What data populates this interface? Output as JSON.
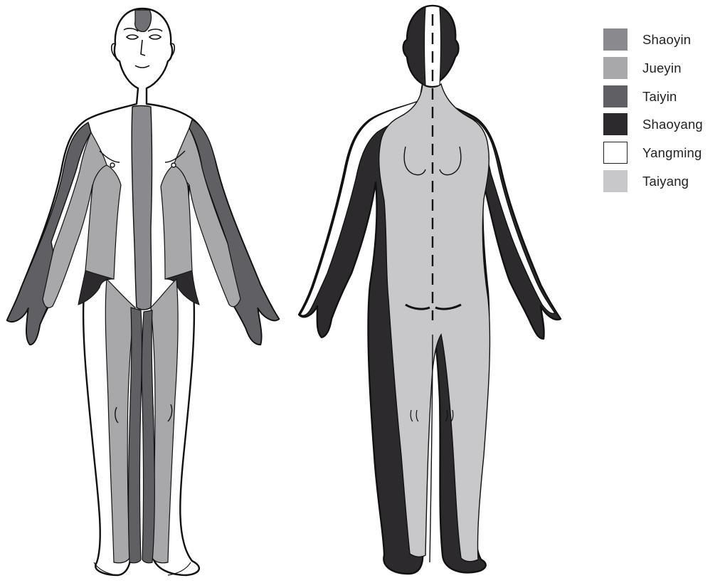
{
  "legend": {
    "items": [
      {
        "label": "Shaoyin",
        "color": "#8a8a8e",
        "outlined": false
      },
      {
        "label": "Jueyin",
        "color": "#a8a8ab",
        "outlined": false
      },
      {
        "label": "Taiyin",
        "color": "#606064",
        "outlined": false
      },
      {
        "label": "Shaoyang",
        "color": "#2c2a2c",
        "outlined": false
      },
      {
        "label": "Yangming",
        "color": "#ffffff",
        "outlined": true
      },
      {
        "label": "Taiyang",
        "color": "#c8c8ca",
        "outlined": false
      }
    ]
  },
  "figures": {
    "front": {
      "view": "front"
    },
    "back": {
      "view": "back"
    }
  }
}
